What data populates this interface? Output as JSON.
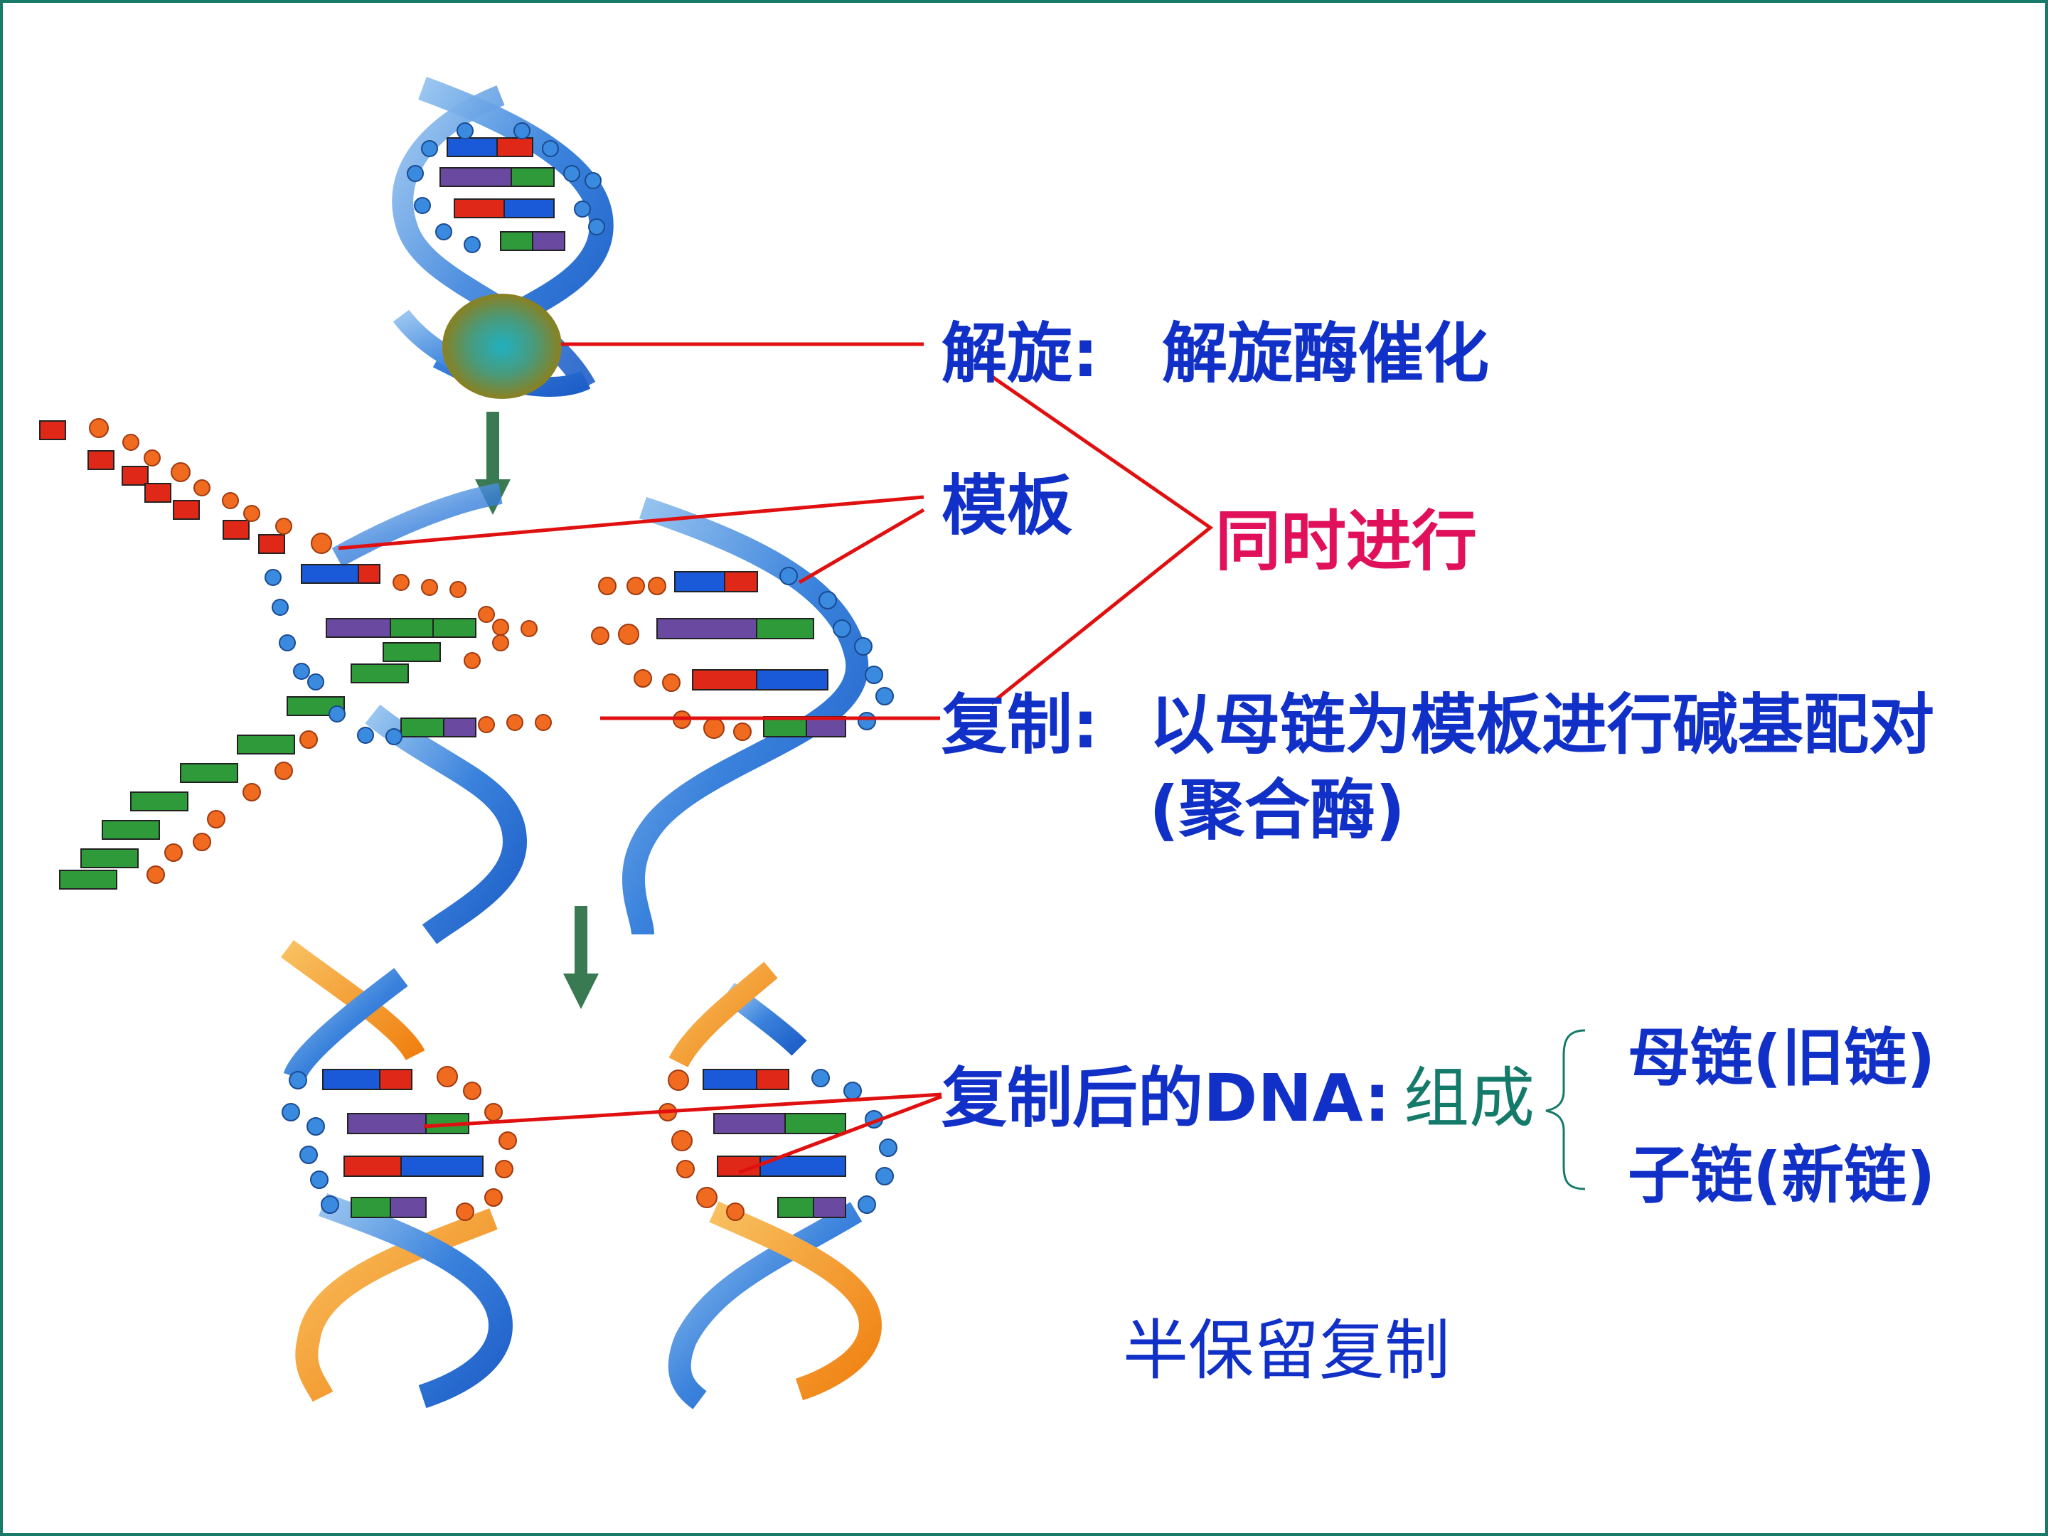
{
  "labels": {
    "unwind": "解旋:",
    "unwind_enzyme": "解旋酶催化",
    "template": "模板",
    "simultaneous": "同时进行",
    "replicate": "复制:",
    "replicate_desc": "以母链为模板进行碱基配对",
    "polymerase": "(聚合酶)",
    "after_dna": "复制后的DNA:",
    "composition": "组成",
    "parent_strand": "母链(旧链)",
    "daughter_strand": "子链(新链)",
    "conclusion": "半保留复制"
  },
  "colors": {
    "label_blue": "#1030c8",
    "label_teal": "#147a6a",
    "label_pink": "#e0105a",
    "pointer_red": "#e01010",
    "arrow_green": "#3a7a52",
    "helix_blue": "#2a6fd6",
    "helix_orange": "#f08a20",
    "base_a_blue": "#1a5ad8",
    "base_t_red": "#e02818",
    "base_g_purple": "#6a4aa0",
    "base_c_green": "#2e9a3a",
    "backbone_blue": "#3a8ae0",
    "backbone_orange": "#f06a20",
    "enzyme_outer": "#8a8a2a",
    "enzyme_inner": "#20a0b0",
    "border_teal": "#1a7a6a"
  },
  "icons": [
    "helicase-enzyme-icon",
    "process-arrow-icon",
    "brace-icon"
  ]
}
